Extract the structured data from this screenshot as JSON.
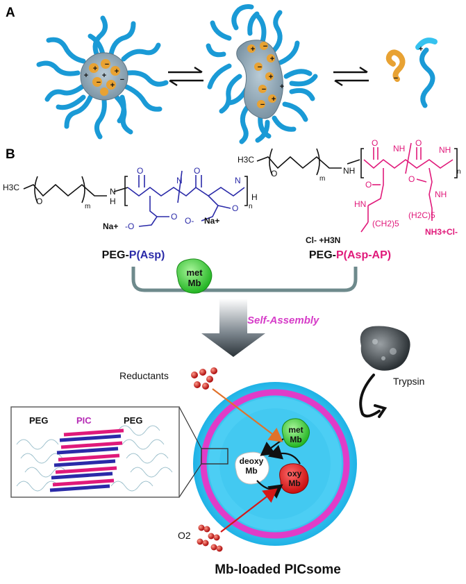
{
  "panel_a": {
    "label": "A"
  },
  "panel_b": {
    "label": "B"
  },
  "polymer_left": {
    "name_prefix": "PEG-",
    "name_suffix": "P(Asp)",
    "h3c": "H3C",
    "m": "m",
    "nh": "N",
    "nh_h": "H",
    "n": "n",
    "h_end": "H",
    "na1": "Na+",
    "o_minus1": "-O",
    "o_minus2": "O-",
    "na2": "Na+",
    "oxy": "O"
  },
  "polymer_right": {
    "name_prefix": "PEG-",
    "name_suffix": "P(Asp-AP)",
    "h3c": "H3C",
    "m": "m",
    "n": "n",
    "chain": "(CH2)5",
    "chain2": "(H2C)5",
    "cl_left": "Cl- +H3N",
    "cl_right": "NH3+Cl-",
    "hn": "HN",
    "nh": "NH",
    "oxy": "O"
  },
  "met_mb_top": {
    "line1": "met",
    "line2": "Mb"
  },
  "self_assembly": "Self-Assembly",
  "reductants": "Reductants",
  "trypsin": "Trypsin",
  "inset": {
    "peg_left": "PEG",
    "pic": "PIC",
    "peg_right": "PEG"
  },
  "met_mb_inner": {
    "line1": "met",
    "line2": "Mb"
  },
  "deoxy_mb": {
    "line1": "deoxy",
    "line2": "Mb"
  },
  "oxy_mb": {
    "line1": "oxy",
    "line2": "Mb"
  },
  "o2": "O2",
  "caption": "Mb-loaded PICsome",
  "colors": {
    "peg_blue": "#1a9ad6",
    "core_orange": "#e8a233",
    "asp_blue": "#2a2aa8",
    "asp_ap_pink": "#e0197a",
    "met_green": "#4bd84b",
    "oxy_red": "#e01818",
    "vesicle_cyan": "#35c2ef",
    "membrane_magenta": "#e03cc8",
    "self_assembly_magenta": "#d63cc8"
  }
}
